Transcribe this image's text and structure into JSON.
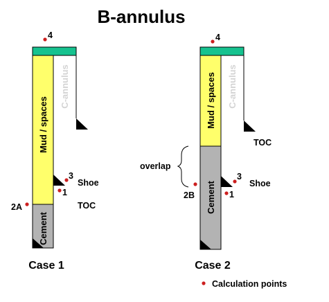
{
  "title": "B-annulus",
  "colors": {
    "mud": "#ffff6b",
    "cement": "#b3b3b3",
    "cap": "#16c28f",
    "point": "#cc1f1f",
    "c_annulus_text": "#d4d4d4"
  },
  "case1": {
    "label": "Case 1",
    "mud_label": "Mud / spaces",
    "cement_label": "Cement",
    "c_annulus_label": "C-annulus",
    "shoe_label": "Shoe",
    "toc_label": "TOC",
    "points": {
      "p4": "4",
      "p3": "3",
      "p1": "1",
      "p2a": "2A"
    }
  },
  "case2": {
    "label": "Case 2",
    "mud_label": "Mud / spaces",
    "cement_label": "Cement",
    "c_annulus_label": "C-annulus",
    "shoe_label": "Shoe",
    "toc_label": "TOC",
    "overlap_label": "overlap",
    "points": {
      "p4": "4",
      "p3": "3",
      "p1": "1",
      "p2b": "2B"
    }
  },
  "legend": {
    "label": "Calculation points"
  }
}
